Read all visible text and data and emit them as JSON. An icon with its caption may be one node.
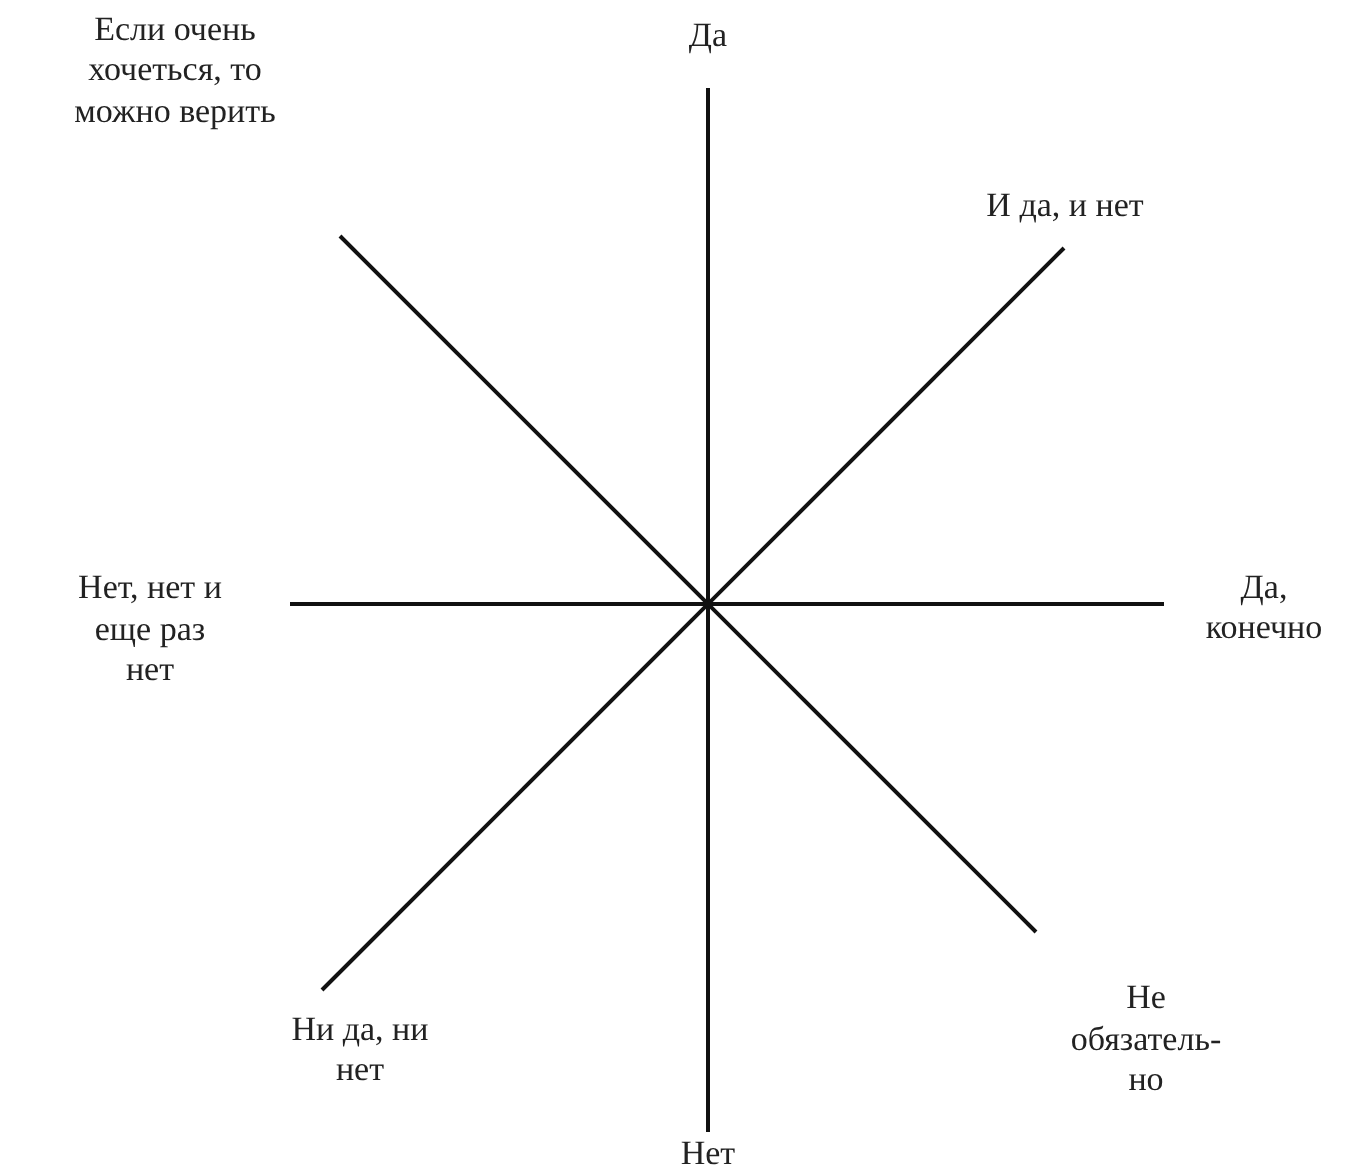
{
  "diagram": {
    "nodes": [
      {
        "text": [
          "Да"
        ]
      },
      {
        "text": [
          "Если очень хочеться, то можно верить"
        ]
      },
      {
        "text": [
          "И да, и нет"
        ]
      },
      {
        "text": [
          "Нет, нет и еще раз нет"
        ]
      },
      {
        "text": [
          "Да, конечно"
        ]
      },
      {
        "text": [
          "Ни да, ни нет"
        ]
      },
      {
        "text": [
          "Не обязатель-но"
        ]
      },
      {
        "text": [
          "Нет"
        ]
      }
    ],
    "edges": [
      {
        "from": 0,
        "to": 7,
        "arrow": "none"
      },
      {
        "from": 1,
        "to": 6,
        "arrow": "none"
      },
      {
        "from": 2,
        "to": 5,
        "arrow": "none"
      },
      {
        "from": 3,
        "to": 4,
        "arrow": "none"
      }
    ]
  }
}
